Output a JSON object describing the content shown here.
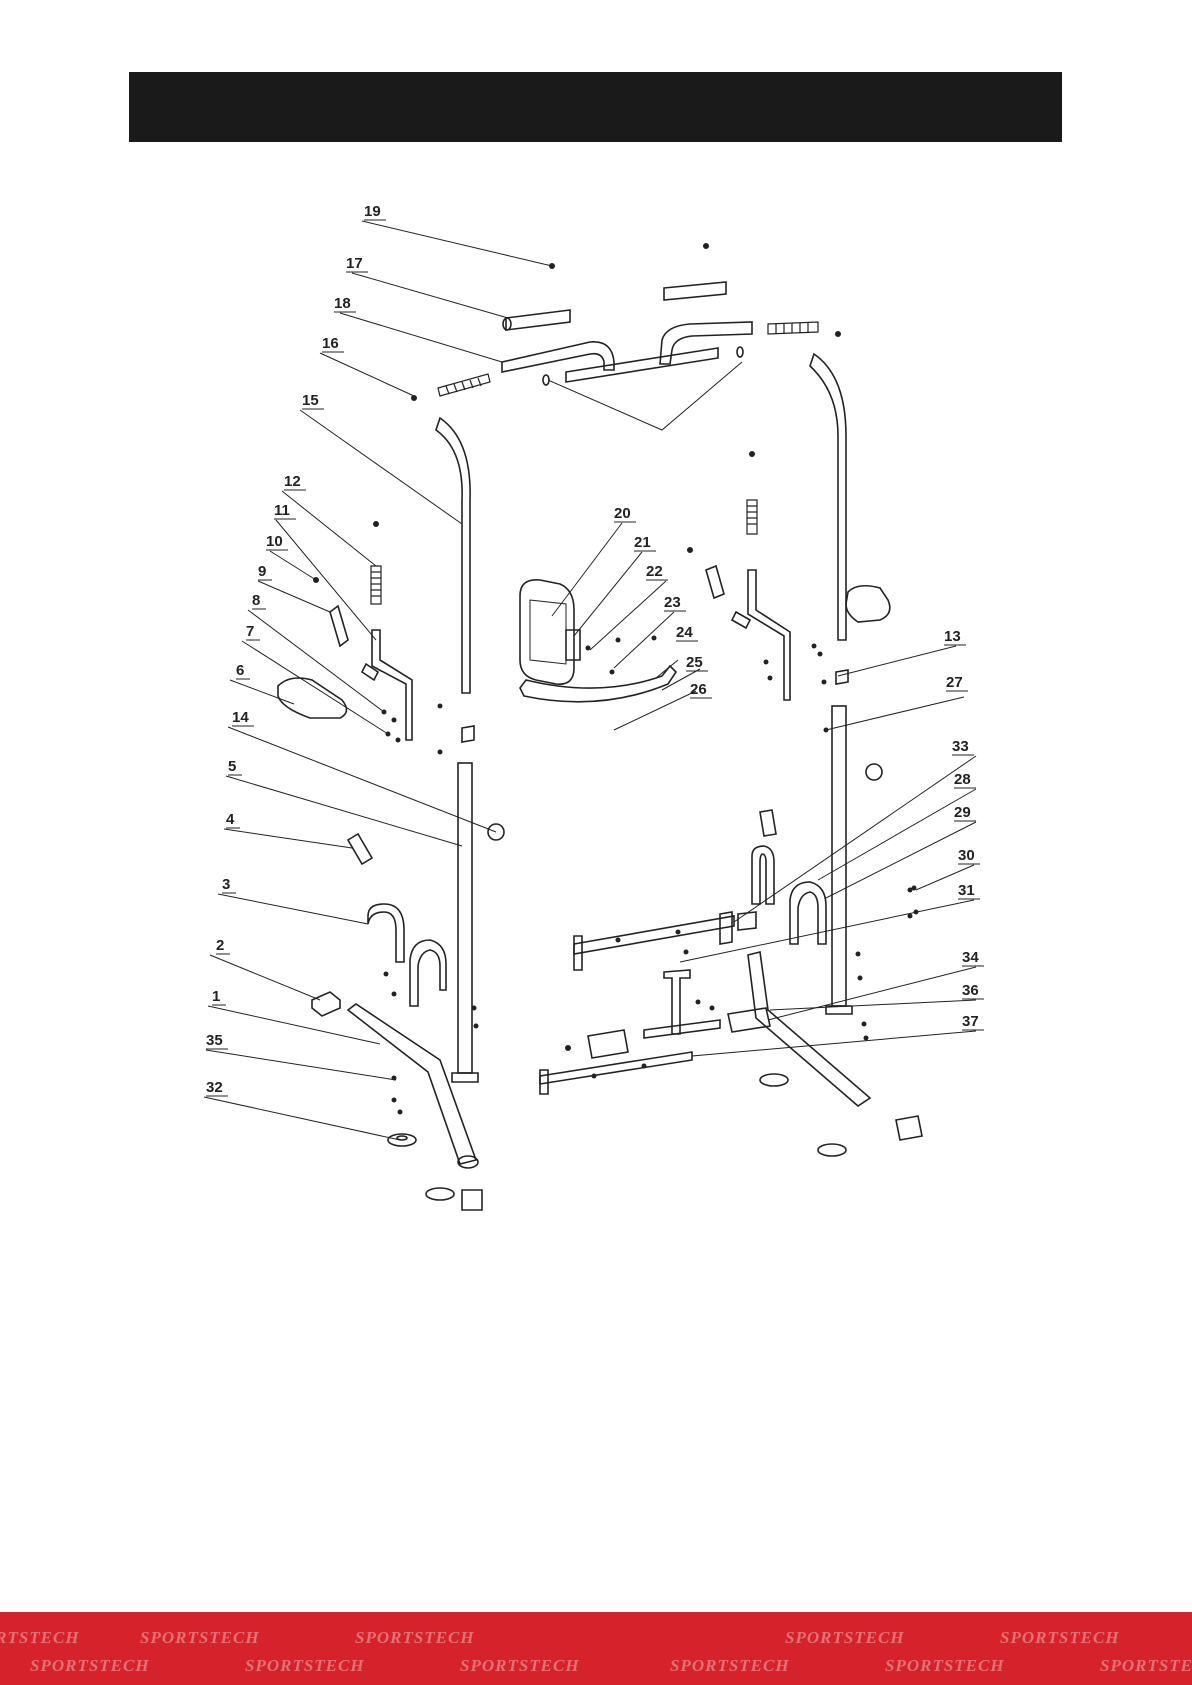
{
  "header": {
    "title": ""
  },
  "brand": {
    "watermark": "SPORTSTECH",
    "footer_color": "#d6232b",
    "header_color": "#1a1a1a"
  },
  "diagram": {
    "callouts": [
      "1",
      "2",
      "3",
      "4",
      "5",
      "6",
      "7",
      "8",
      "9",
      "10",
      "11",
      "12",
      "13",
      "14",
      "15",
      "16",
      "17",
      "18",
      "19",
      "20",
      "21",
      "22",
      "23",
      "24",
      "25",
      "26",
      "27",
      "28",
      "29",
      "30",
      "31",
      "32",
      "33",
      "34",
      "35",
      "36",
      "37"
    ]
  }
}
